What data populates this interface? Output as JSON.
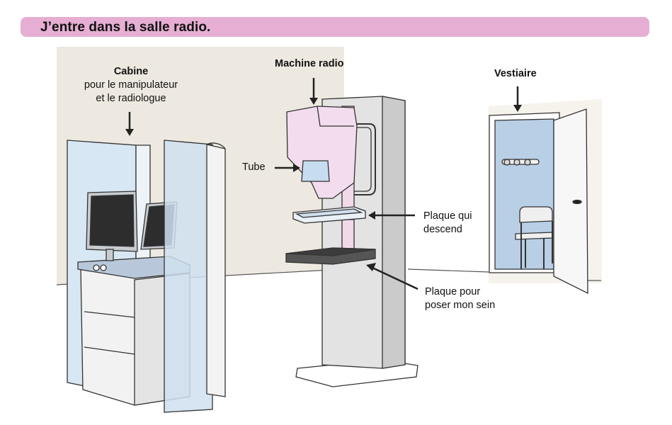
{
  "header": {
    "title": "J’entre dans la salle radio."
  },
  "labels": {
    "cabine_title": "Cabine",
    "cabine_line1": "pour le manipulateur",
    "cabine_line2": "et le radiologue",
    "machine": "Machine radio",
    "vestiaire": "Vestiaire",
    "tube": "Tube",
    "plaque_haut_line1": "Plaque qui",
    "plaque_haut_line2": "descend",
    "plaque_bas_line1": "Plaque pour",
    "plaque_bas_line2": "poser mon sein"
  },
  "colors": {
    "header_bg": "#e6aed2",
    "wall": "#ede9e0",
    "glass": "#d7e7f3",
    "machine": "#dcdcdc",
    "tube_pink": "#f3dcee",
    "plate_dark": "#444444",
    "locker_blue": "#b9cfe6"
  }
}
